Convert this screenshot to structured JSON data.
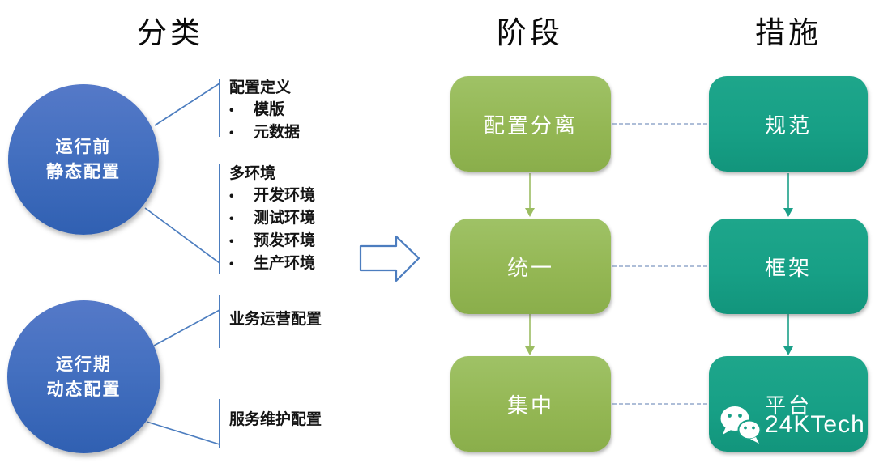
{
  "headers": [
    {
      "label": "分类"
    },
    {
      "label": "阶段"
    },
    {
      "label": "措施"
    }
  ],
  "categories": [
    {
      "title_line1": "运行前",
      "title_line2": "静态配置"
    },
    {
      "title_line1": "运行期",
      "title_line2": "动态配置"
    }
  ],
  "detail_groups": [
    {
      "title": "配置定义",
      "items": [
        "模版",
        "元数据"
      ]
    },
    {
      "title": "多环境",
      "items": [
        "开发环境",
        "测试环境",
        "预发环境",
        "生产环境"
      ]
    },
    {
      "title": "业务运营配置",
      "items": []
    },
    {
      "title": "服务维护配置",
      "items": []
    }
  ],
  "stages": [
    {
      "label": "配置分离"
    },
    {
      "label": "统一"
    },
    {
      "label": "集中"
    }
  ],
  "measures": [
    {
      "label": "规范"
    },
    {
      "label": "框架"
    },
    {
      "label": "平台"
    }
  ],
  "watermark": {
    "brand": "24KTech",
    "icon": "wechat-icon"
  },
  "colors": {
    "circle_gradient_top": "#5579C8",
    "circle_gradient_bottom": "#3060B2",
    "stage_green": "#94B754",
    "measure_teal": "#17A086",
    "connector_blue": "#4C7DBF",
    "dashed_connector": "#93A9CC",
    "header_text": "#0a0a0a",
    "box_text": "#ffffff"
  }
}
